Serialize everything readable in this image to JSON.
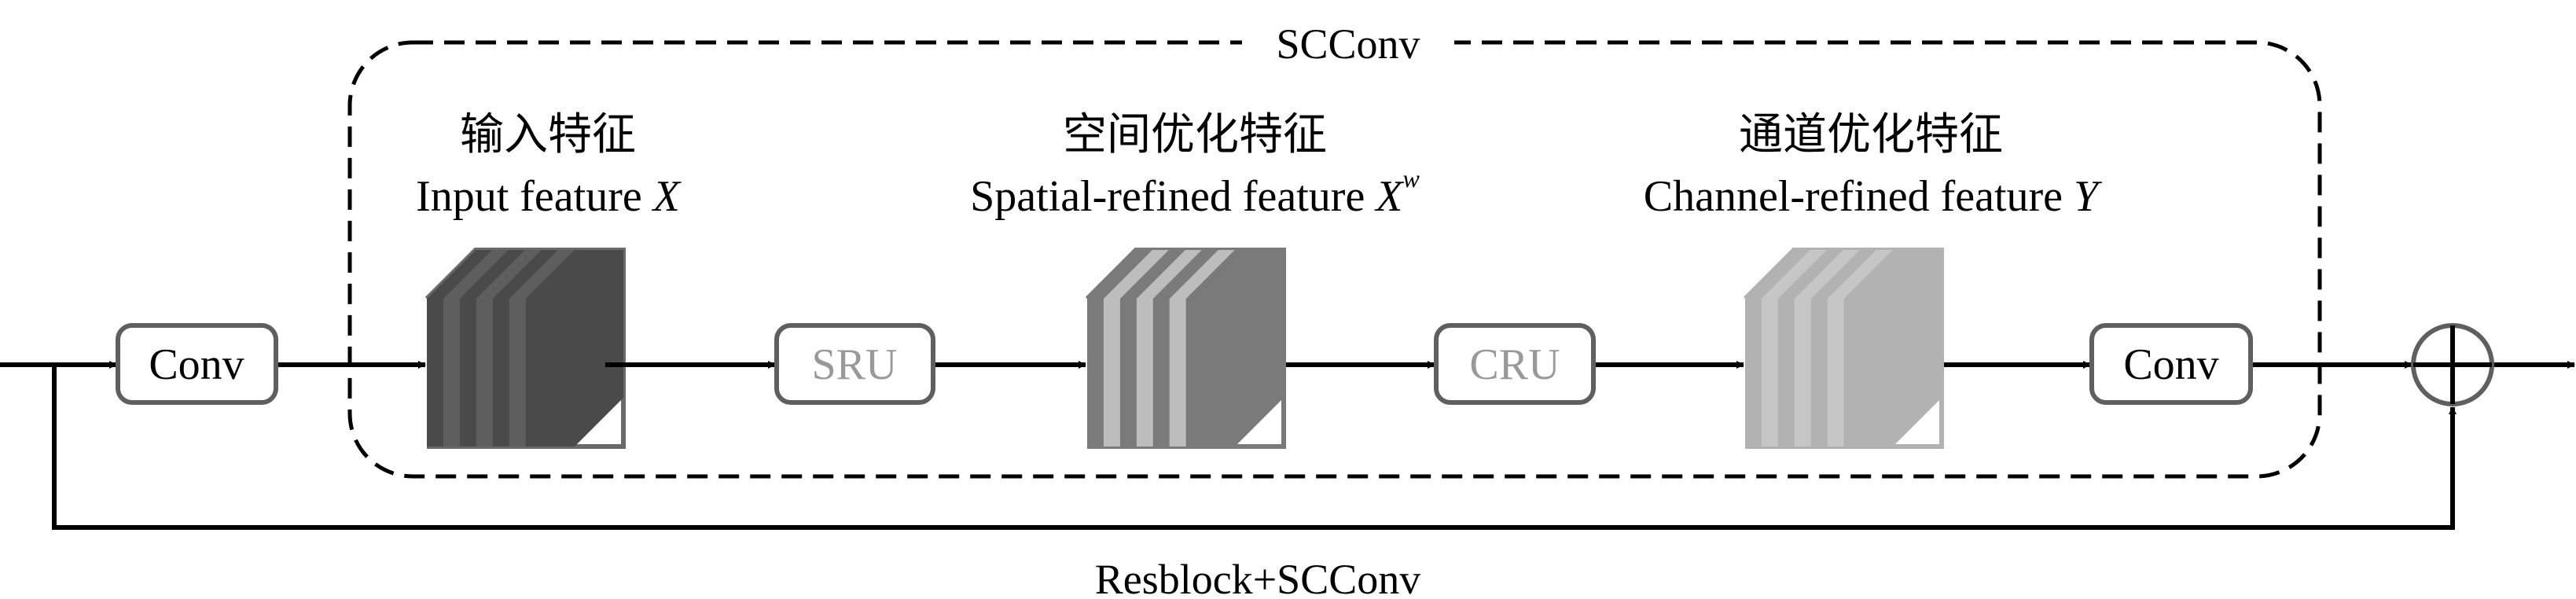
{
  "diagram": {
    "container_label": "SCConv",
    "bottom_caption": "Resblock+SCConv",
    "features": [
      {
        "cn": "输入特征",
        "en": "Input feature ",
        "symbol": "X",
        "superscript": "",
        "front": "#4a4a4a",
        "alt": "#5e5e5e",
        "edge": "#6a6a6a",
        "pattern": [
          "dark",
          "mid",
          "dark",
          "mid",
          "dark",
          "mid",
          "dark"
        ]
      },
      {
        "cn": "空间优化特征",
        "en": "Spatial-refined feature ",
        "symbol": "X",
        "superscript": "w",
        "front": "#7a7a7a",
        "alt": "#bdbdbd",
        "edge": "#7a7a7a",
        "pattern": [
          "dark",
          "light",
          "dark",
          "light",
          "dark",
          "light",
          "dark"
        ]
      },
      {
        "cn": "通道优化特征",
        "en": "Channel-refined feature ",
        "symbol": "Y",
        "superscript": "",
        "front": "#b2b2b2",
        "alt": "#c6c6c6",
        "edge": "#b2b2b2",
        "pattern": [
          "dark",
          "light",
          "dark",
          "light",
          "dark",
          "light",
          "dark"
        ]
      }
    ],
    "blocks": [
      {
        "id": "conv-in",
        "label": "Conv",
        "text_color": "#000000"
      },
      {
        "id": "sru",
        "label": "SRU",
        "text_color": "#999999"
      },
      {
        "id": "cru",
        "label": "CRU",
        "text_color": "#999999"
      },
      {
        "id": "conv-out",
        "label": "Conv",
        "text_color": "#000000"
      }
    ],
    "sum_node": {
      "symbol": "plus-circle"
    },
    "colors": {
      "line": "#000000",
      "box_border": "#5f5f5f",
      "sum_border": "#5f5f5f"
    }
  }
}
